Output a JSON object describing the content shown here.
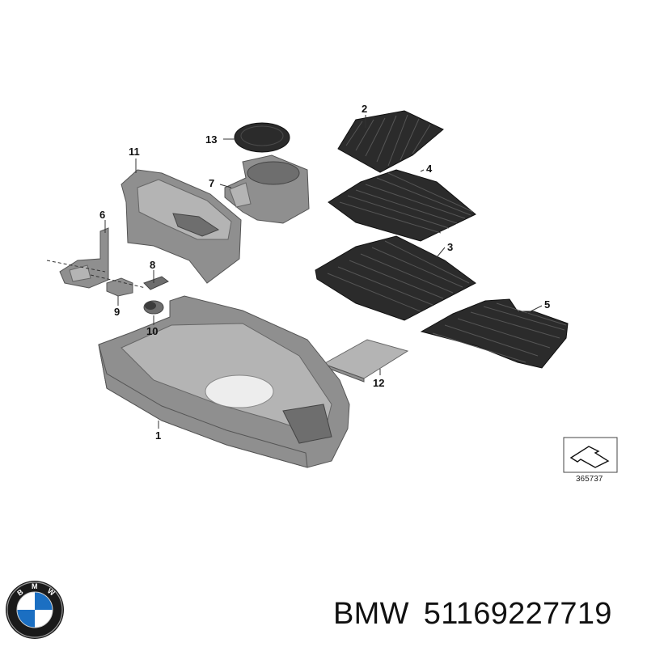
{
  "callouts": {
    "p1": "1",
    "p2": "2",
    "p3": "3",
    "p4": "4",
    "p5": "5",
    "p6": "6",
    "p7": "7",
    "p8": "8",
    "p9": "9",
    "p10": "10",
    "p11": "11",
    "p12": "12",
    "p13": "13"
  },
  "diagram_ref": "365737",
  "brand": "BMW",
  "part_number": "51169227719",
  "colors": {
    "mat": "#2b2b2b",
    "console_grey": "#8f8f8f",
    "text": "#111111"
  },
  "icons": {
    "logo": "bmw-roundel-logo",
    "reference": "diagram-reference-arrow-icon"
  }
}
